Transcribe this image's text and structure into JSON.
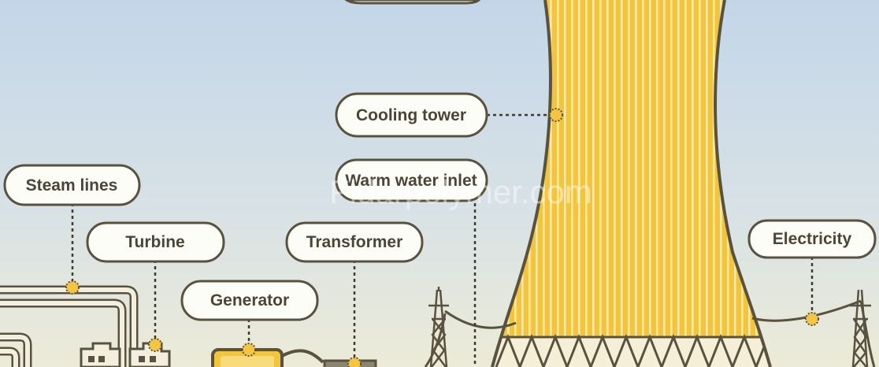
{
  "watermark": "Fidarpolymer.com",
  "labels": {
    "cooling_tower": "Cooling tower",
    "warm_water_inlet": "Warm water inlet",
    "steam_lines": "Steam lines",
    "turbine": "Turbine",
    "transformer": "Transformer",
    "generator": "Generator",
    "electricity": "Electricity"
  },
  "colors": {
    "sky_top": "#c3d6e8",
    "sky_bottom": "#ecebd8",
    "tower_fill": "#f2c53d",
    "tower_stripe": "#fbe7a6",
    "outline": "#58523f",
    "callout_fill": "#fdfdf8",
    "dot": "#f4c542"
  }
}
